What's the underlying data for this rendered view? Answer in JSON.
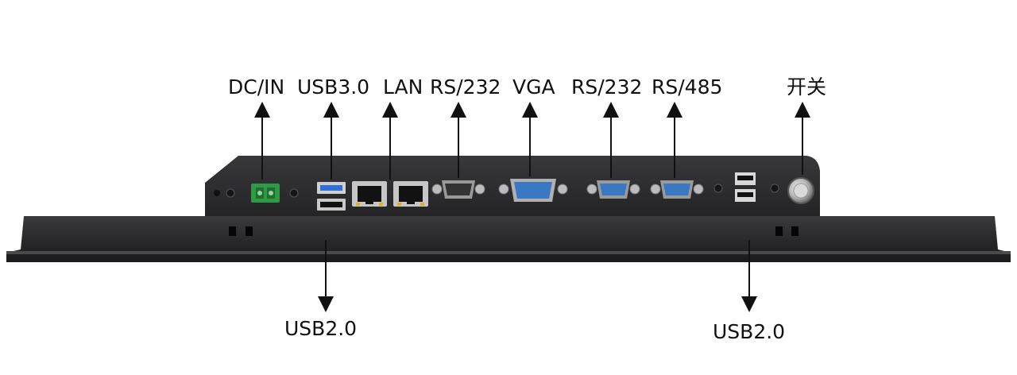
{
  "labels_top": {
    "dc_in": "DC/IN",
    "usb30": "USB3.0",
    "lan": "LAN",
    "rs232_a": "RS/232",
    "vga": "VGA",
    "rs232_b": "RS/232",
    "rs485": "RS/485",
    "power_switch": "开关"
  },
  "labels_bottom": {
    "usb20_left": "USB2.0",
    "usb20_right": "USB2.0"
  },
  "colors": {
    "chassis": "#2b2b2d",
    "bezel": "#1f1f21",
    "terminal_green": "#2f9a46",
    "usb3_blue": "#2f6fd6",
    "db9_blue": "#3a78c4",
    "arrow": "#111111"
  }
}
